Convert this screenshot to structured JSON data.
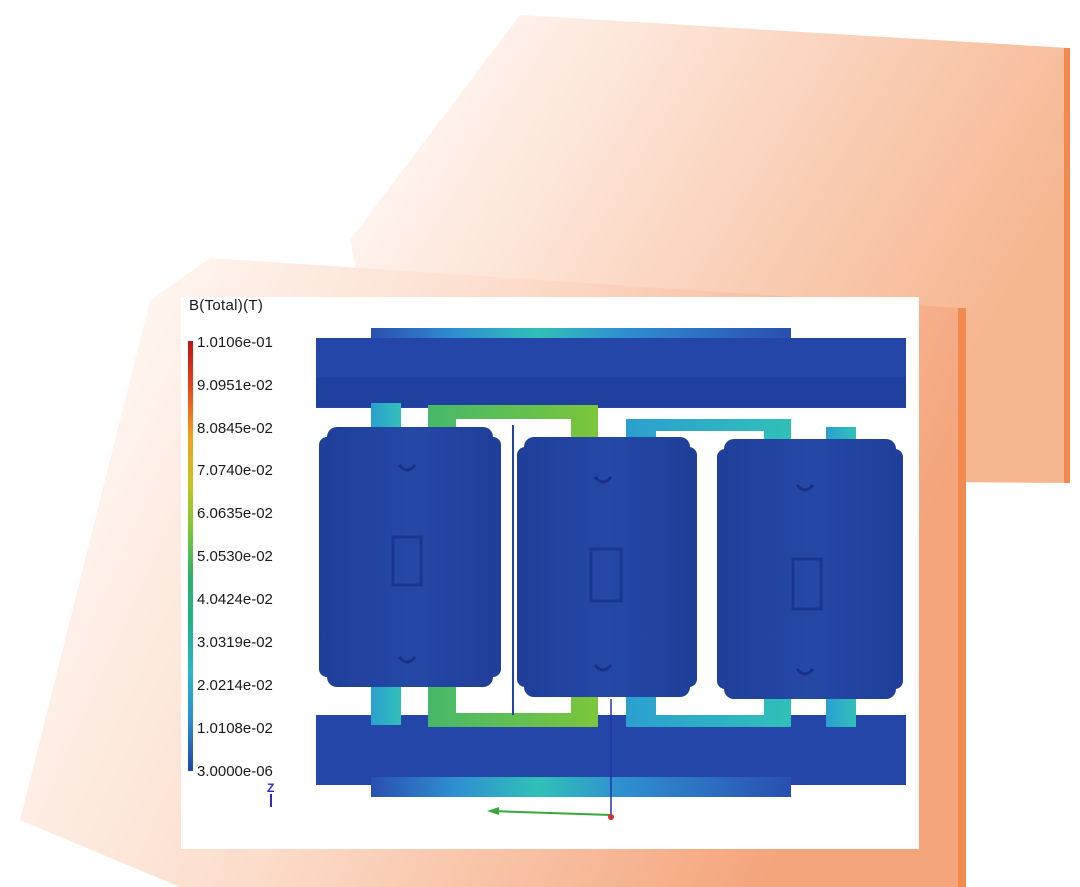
{
  "legend": {
    "title": "B(Total)(T)",
    "ticks": [
      "1.0106e-01",
      "9.0951e-02",
      "8.0845e-02",
      "7.0740e-02",
      "6.0635e-02",
      "5.0530e-02",
      "4.0424e-02",
      "3.0319e-02",
      "2.0214e-02",
      "1.0108e-02",
      "3.0000e-06"
    ]
  },
  "axis_triad": {
    "label": "Z"
  },
  "colors": {
    "field_low": "#2244a8",
    "field_mid": "#29b6c8",
    "field_high": "#7cc63a",
    "panel_accent": "#f0915a"
  }
}
